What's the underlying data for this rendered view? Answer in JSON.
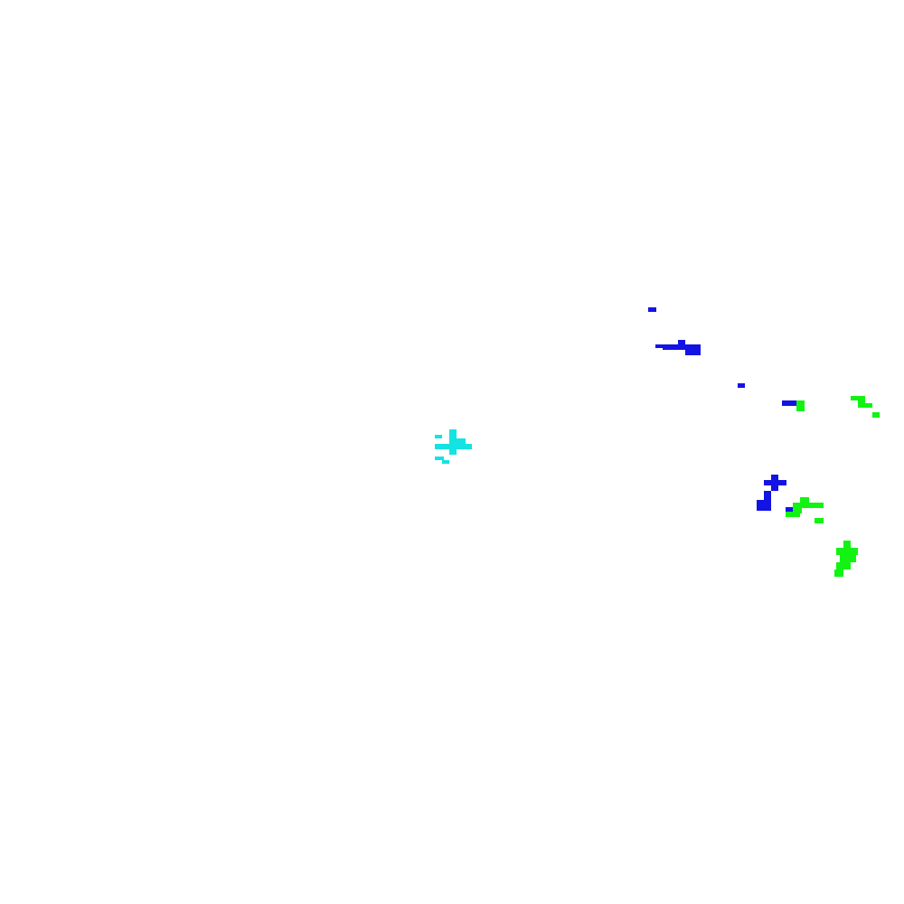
{
  "background": "#ffffff",
  "colors": {
    "cyan": "#13e3e3",
    "blue": "#1313e3",
    "green": "#13f313"
  },
  "clusters": [
    {
      "name": "cyan-blob",
      "color": "cyan"
    },
    {
      "name": "blue-blob-upper",
      "color": "blue"
    },
    {
      "name": "blue-blob-middle",
      "color": "blue"
    },
    {
      "name": "blue-blob-lower",
      "color": "blue"
    },
    {
      "name": "green-blob-right",
      "color": "green"
    },
    {
      "name": "green-blob-middle",
      "color": "green"
    },
    {
      "name": "green-blob-lower",
      "color": "green"
    }
  ]
}
